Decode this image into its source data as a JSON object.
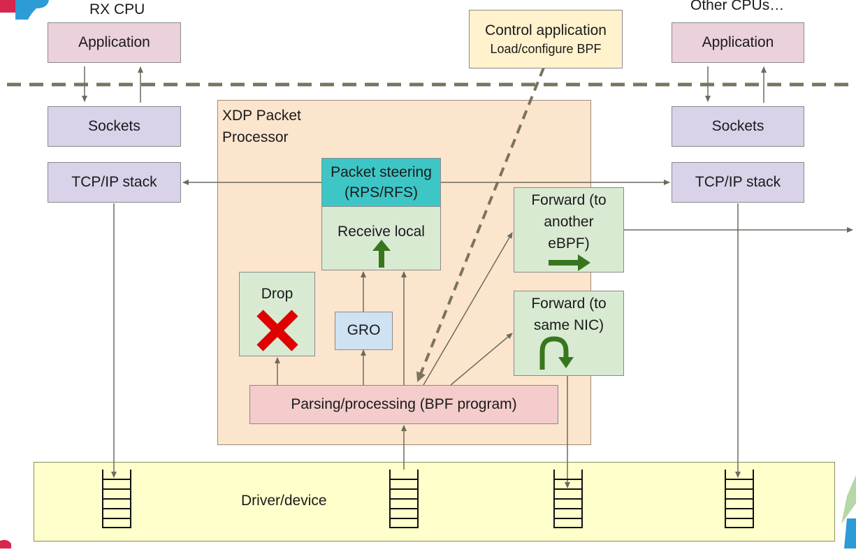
{
  "cpu": {
    "rx_label": "RX CPU",
    "other_label": "Other CPUs…"
  },
  "userspace": {
    "app_left": "Application",
    "app_right": "Application",
    "control_app_line1": "Control application",
    "control_app_line2": "Load/configure BPF"
  },
  "kernel": {
    "sockets_left": "Sockets",
    "sockets_right": "Sockets",
    "tcpip_left": "TCP/IP stack",
    "tcpip_right": "TCP/IP stack"
  },
  "xdp": {
    "title_line1": "XDP Packet",
    "title_line2": "Processor",
    "steering_line1": "Packet steering",
    "steering_line2": "(RPS/RFS)",
    "receive_local": "Receive local",
    "forward_ebpf_line1": "Forward (to",
    "forward_ebpf_line2": "another",
    "forward_ebpf_line3": "eBPF)",
    "forward_nic_line1": "Forward (to",
    "forward_nic_line2": "same NIC)",
    "drop": "Drop",
    "gro": "GRO",
    "parsing": "Parsing/processing (BPF program)"
  },
  "driver": {
    "label": "Driver/device"
  },
  "icons": {
    "drop": "red-x-icon",
    "receive_local": "green-up-arrow-icon",
    "forward_ebpf": "green-right-arrow-icon",
    "forward_nic": "green-u-turn-arrow-icon",
    "queue": "ring-buffer-icon"
  },
  "colors": {
    "xdp_region": "#fce5cd",
    "driver_region": "#ffffcc",
    "control_app": "#fff2cc",
    "steering": "#3ec6c6",
    "green_icon": "#38761d",
    "red_icon": "#e00000",
    "boundary": "#7a7360"
  }
}
